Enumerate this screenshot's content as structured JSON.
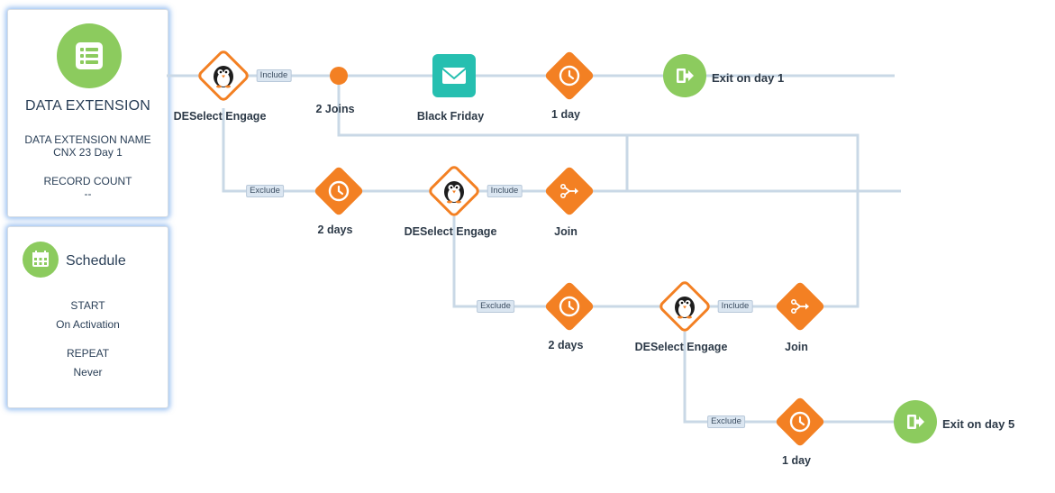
{
  "data_extension": {
    "title": "DATA EXTENSION",
    "name_label": "DATA EXTENSION NAME",
    "name_value": "CNX 23 Day 1",
    "count_label": "RECORD COUNT",
    "count_value": "--",
    "icon": "list-icon"
  },
  "schedule": {
    "title": "Schedule",
    "icon": "calendar-icon",
    "start_label": "START",
    "start_value": "On Activation",
    "repeat_label": "REPEAT",
    "repeat_value": "Never"
  },
  "nodes": {
    "engage1": "DESelect Engage",
    "joins": "2 Joins",
    "email": "Black Friday",
    "wait1": "1 day",
    "exit1": "Exit on day 1",
    "wait2": "2 days",
    "engage2": "DESelect Engage",
    "join1": "Join",
    "wait3": "2 days",
    "engage3": "DESelect Engage",
    "join2": "Join",
    "wait4": "1 day",
    "exit2": "Exit on day 5"
  },
  "tags": {
    "include1": "Include",
    "exclude1": "Exclude",
    "include2": "Include",
    "exclude2": "Exclude",
    "include3": "Include",
    "exclude3": "Exclude"
  },
  "colors": {
    "activity_orange": "#f38023",
    "email_teal": "#26bfb0",
    "exit_green": "#8ccb5e",
    "connector": "#c9d8e6"
  }
}
